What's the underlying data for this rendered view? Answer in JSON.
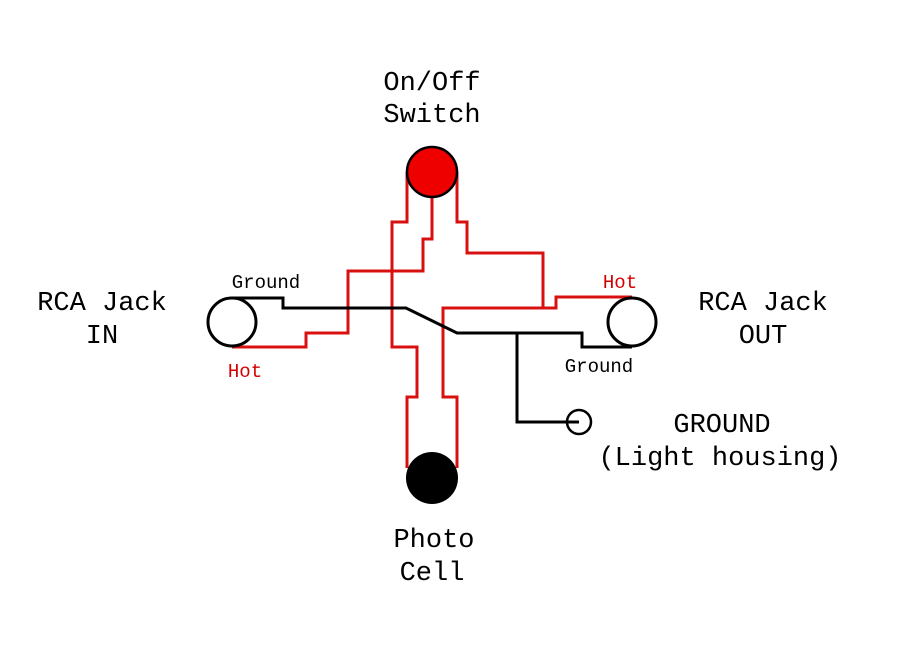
{
  "diagram": {
    "colors": {
      "hot_wire": "#d81010",
      "ground_wire": "#000000",
      "switch_fill": "#ee0000",
      "photocell_fill": "#000000"
    },
    "components": {
      "switch": {
        "label_line1": "On/Off",
        "label_line2": "Switch"
      },
      "jack_in": {
        "label_line1": "RCA Jack",
        "label_line2": "IN",
        "ground_label": "Ground",
        "hot_label": "Hot"
      },
      "jack_out": {
        "label_line1": "RCA Jack",
        "label_line2": "OUT",
        "ground_label": "Ground",
        "hot_label": "Hot"
      },
      "ground_terminal": {
        "label_line1": "GROUND",
        "label_line2": "(Light housing)"
      },
      "photocell": {
        "label_line1": "Photo",
        "label_line2": "Cell"
      }
    }
  }
}
